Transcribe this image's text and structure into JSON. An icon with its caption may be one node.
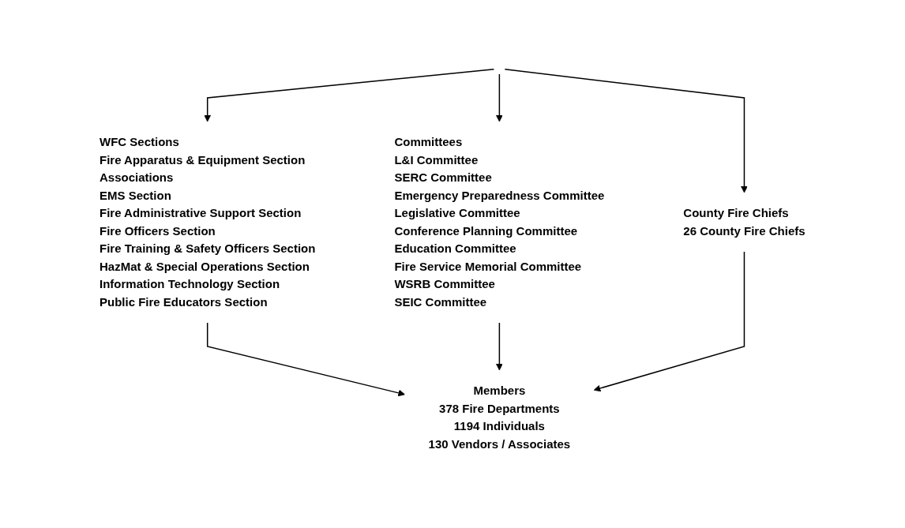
{
  "diagram": {
    "nodes": [
      {
        "text": [
          "WFC Sections",
          "Fire Apparatus & Equipment Section",
          "Associations",
          "EMS Section",
          "Fire Administrative Support Section",
          "Fire Officers Section",
          "Fire Training & Safety Officers Section",
          "HazMat & Special Operations Section",
          "Information Technology Section",
          "Public Fire Educators Section"
        ]
      },
      {
        "text": [
          "Committees",
          "L&I Committee",
          "SERC Committee",
          "Emergency Preparedness Committee",
          "Legislative Committee",
          "Conference Planning Committee",
          "Education Committee",
          "Fire Service Memorial Committee",
          "WSRB Committee",
          "SEIC Committee"
        ]
      },
      {
        "text": [
          "County Fire Chiefs",
          "26 County Fire Chiefs"
        ]
      },
      {
        "text": [
          "Members",
          "378 Fire Departments",
          "1194 Individuals",
          "130 Vendors / Associates"
        ]
      }
    ],
    "edges": [
      {
        "from": null,
        "to": 0,
        "arrow": "to"
      },
      {
        "from": null,
        "to": 1,
        "arrow": "to"
      },
      {
        "from": null,
        "to": 2,
        "arrow": "to"
      },
      {
        "from": 0,
        "to": 3,
        "arrow": "to"
      },
      {
        "from": 1,
        "to": 3,
        "arrow": "to"
      },
      {
        "from": 2,
        "to": 3,
        "arrow": "to"
      }
    ]
  }
}
